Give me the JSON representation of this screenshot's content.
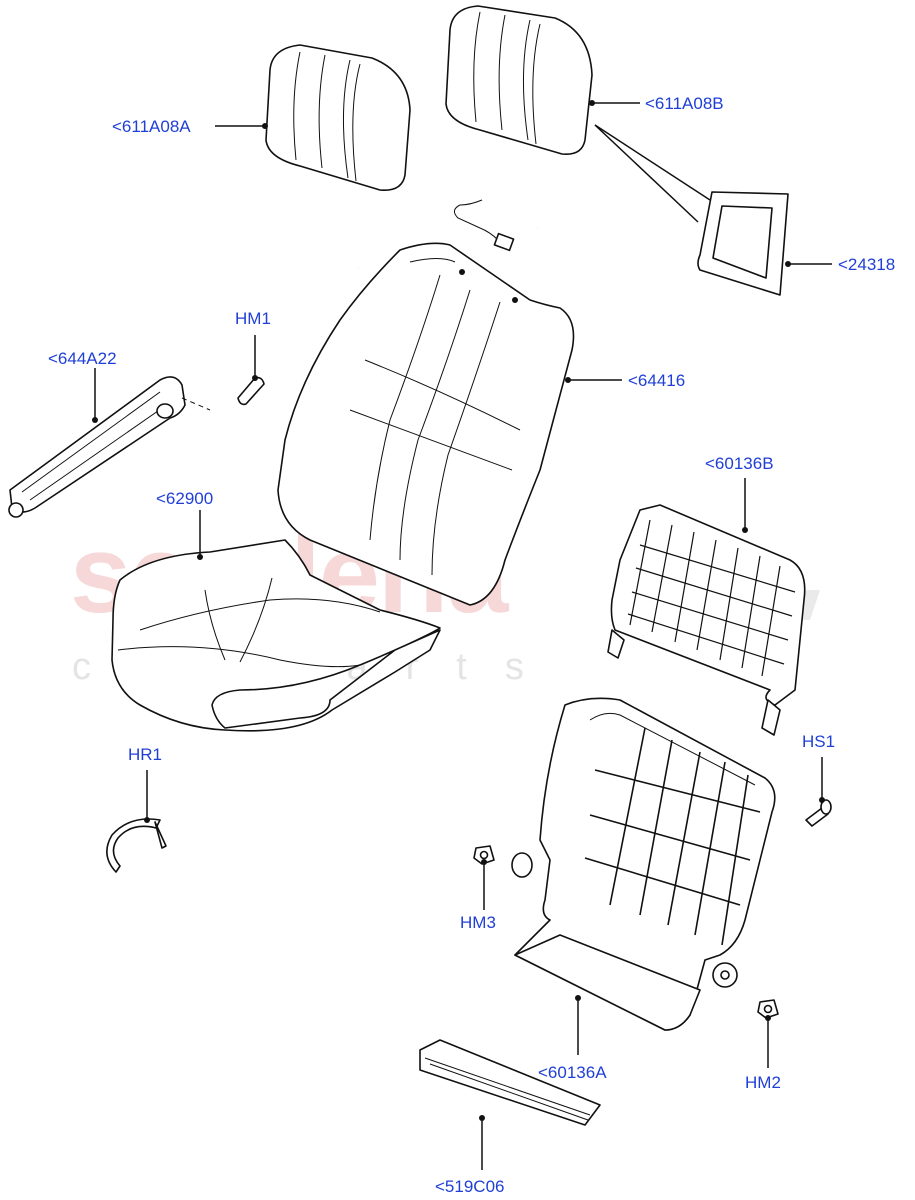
{
  "watermark": {
    "brand": "scuderia",
    "sub": "car parts"
  },
  "callouts": [
    {
      "id": "611A08A",
      "label": "<611A08A"
    },
    {
      "id": "611A08B",
      "label": "<611A08B"
    },
    {
      "id": "24318",
      "label": "<24318"
    },
    {
      "id": "HM1",
      "label": "HM1"
    },
    {
      "id": "644A22",
      "label": "<644A22"
    },
    {
      "id": "64416",
      "label": "<64416"
    },
    {
      "id": "60136B",
      "label": "<60136B"
    },
    {
      "id": "62900",
      "label": "<62900"
    },
    {
      "id": "HR1",
      "label": "HR1"
    },
    {
      "id": "HS1",
      "label": "HS1"
    },
    {
      "id": "HM3",
      "label": "HM3"
    },
    {
      "id": "60136A",
      "label": "<60136A"
    },
    {
      "id": "HM2",
      "label": "HM2"
    },
    {
      "id": "519C06",
      "label": "<519C06"
    }
  ],
  "colors": {
    "label": "#1f3fd6",
    "line": "#111111",
    "watermark": "#f6d2d2"
  }
}
